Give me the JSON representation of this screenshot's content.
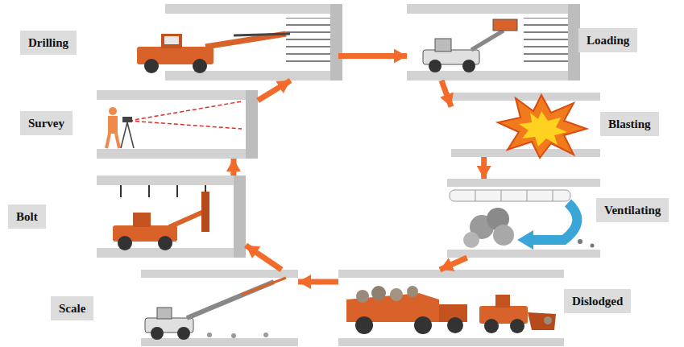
{
  "diagram": {
    "nodes": [
      {
        "text": [
          "Drilling"
        ]
      },
      {
        "text": [
          "Loading"
        ]
      },
      {
        "text": [
          "Blasting"
        ]
      },
      {
        "text": [
          "Ventilating"
        ]
      },
      {
        "text": [
          "Dislodged"
        ]
      },
      {
        "text": [
          "Scale"
        ]
      },
      {
        "text": [
          "Bolt"
        ]
      },
      {
        "text": [
          "Survey"
        ]
      }
    ],
    "edges": [
      {
        "from": 0,
        "to": 1,
        "arrow": "to"
      },
      {
        "from": 1,
        "to": 2,
        "arrow": "to"
      },
      {
        "from": 2,
        "to": 3,
        "arrow": "to"
      },
      {
        "from": 3,
        "to": 4,
        "arrow": "to"
      },
      {
        "from": 4,
        "to": 5,
        "arrow": "to"
      },
      {
        "from": 5,
        "to": 6,
        "arrow": "to"
      },
      {
        "from": 6,
        "to": 7,
        "arrow": "to"
      },
      {
        "from": 7,
        "to": 0,
        "arrow": "to"
      }
    ]
  }
}
